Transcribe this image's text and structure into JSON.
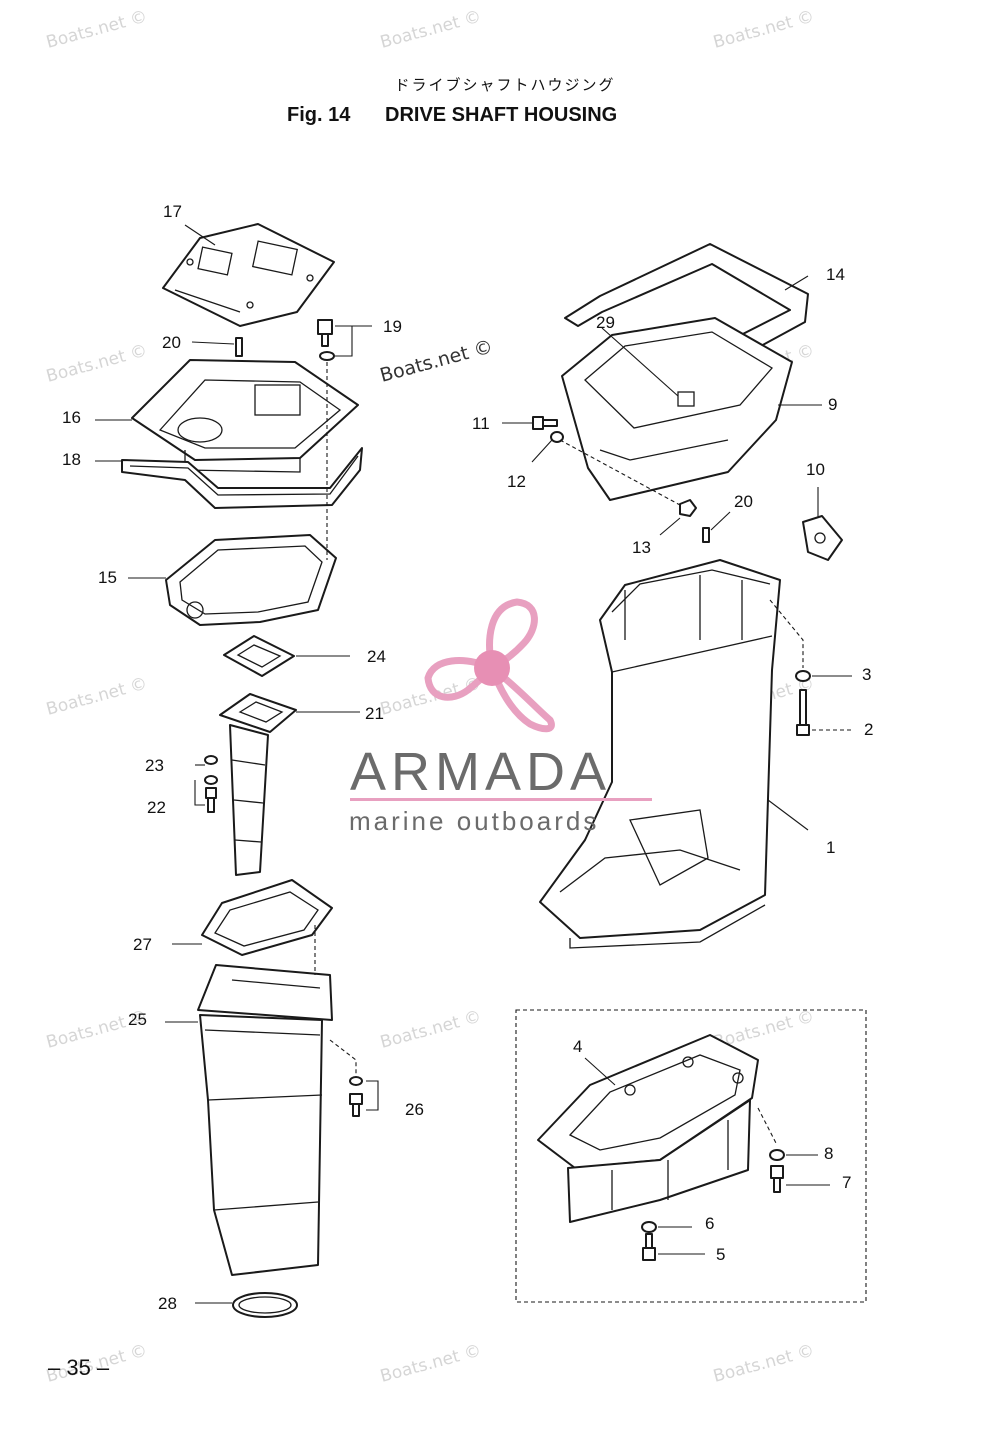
{
  "header": {
    "subtitle_jp": "ドライブシャフトハウジング",
    "fig_label": "Fig. 14",
    "title": "DRIVE SHAFT HOUSING"
  },
  "watermark": {
    "text": "Boats.net ©"
  },
  "logo": {
    "name": "ARMADA",
    "tagline": "marine outboards",
    "colors": {
      "propeller": "#e8a0c0",
      "hub": "#e78fb4",
      "text": "#6b6b6b",
      "rule": "#e8a0c0"
    }
  },
  "callouts": [
    "1",
    "2",
    "3",
    "4",
    "5",
    "6",
    "7",
    "8",
    "9",
    "10",
    "11",
    "12",
    "13",
    "14",
    "15",
    "16",
    "17",
    "18",
    "19",
    "20",
    "20",
    "21",
    "22",
    "23",
    "24",
    "25",
    "26",
    "27",
    "28",
    "29"
  ],
  "footer": {
    "page_number": "– 35 –"
  }
}
